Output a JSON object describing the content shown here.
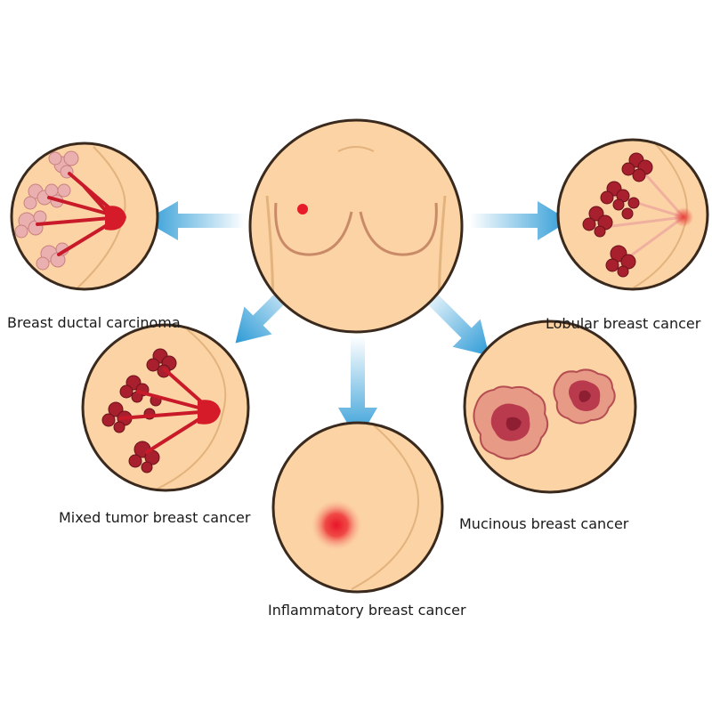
{
  "labels": {
    "ductal": "Breast ductal carcinoma",
    "lobular": "Lobular breast cancer",
    "mixed": "Mixed tumor breast cancer",
    "mucinous": "Mucinous breast cancer",
    "inflammatory": "Inflammatory breast cancer"
  },
  "colors": {
    "skin": "#fcd3a4",
    "outline": "#3a2a1e",
    "arrow": "#2b9ad6",
    "tumor": "#c91a2a",
    "lobule_pink": "#e8a0a8",
    "lobule_dark": "#9c1f2e"
  }
}
